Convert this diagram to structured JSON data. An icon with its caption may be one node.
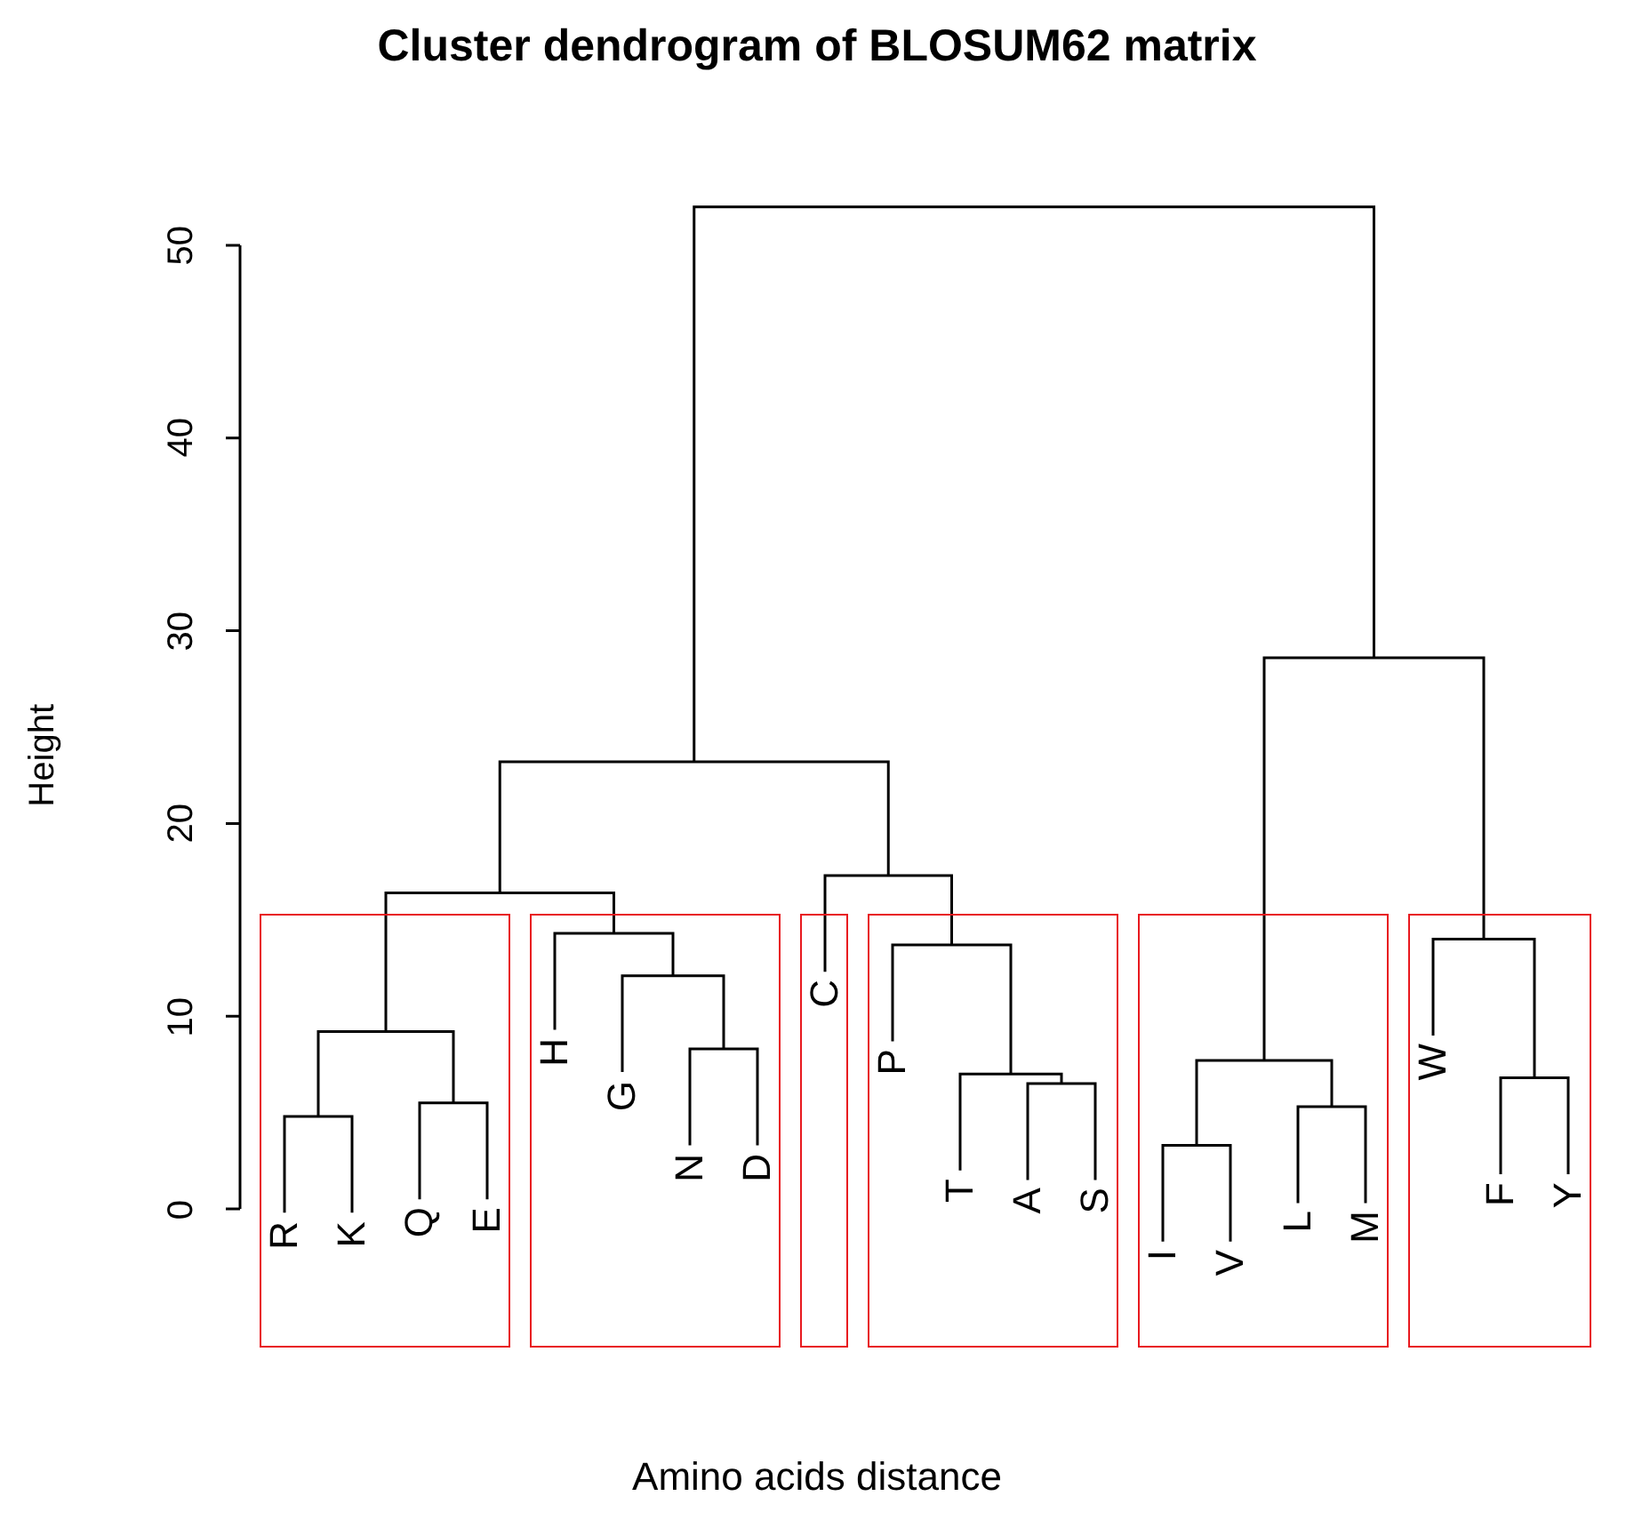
{
  "diagram": {
    "title": "Cluster dendrogram of BLOSUM62 matrix",
    "nodes": [
      {
        "text": [],
        "shape": "box"
      },
      {
        "text": [
          "R"
        ],
        "in": 0
      },
      {
        "text": [
          "K"
        ],
        "in": 0
      },
      {
        "text": [
          "Q"
        ],
        "in": 0
      },
      {
        "text": [
          "E"
        ],
        "in": 0
      },
      {
        "text": [],
        "shape": "box"
      },
      {
        "text": [
          "H"
        ],
        "in": 5
      },
      {
        "text": [
          "G"
        ],
        "in": 5
      },
      {
        "text": [
          "N"
        ],
        "in": 5
      },
      {
        "text": [
          "D"
        ],
        "in": 5
      },
      {
        "text": [],
        "shape": "box"
      },
      {
        "text": [
          "C"
        ],
        "in": 10
      },
      {
        "text": [],
        "shape": "box"
      },
      {
        "text": [
          "P"
        ],
        "in": 12
      },
      {
        "text": [
          "T"
        ],
        "in": 12
      },
      {
        "text": [
          "A"
        ],
        "in": 12
      },
      {
        "text": [
          "S"
        ],
        "in": 12
      },
      {
        "text": [],
        "shape": "box"
      },
      {
        "text": [
          "I"
        ],
        "in": 17
      },
      {
        "text": [
          "V"
        ],
        "in": 17
      },
      {
        "text": [
          "L"
        ],
        "in": 17
      },
      {
        "text": [
          "M"
        ],
        "in": 17
      },
      {
        "text": [],
        "shape": "box"
      },
      {
        "text": [
          "W"
        ],
        "in": 22
      },
      {
        "text": [
          "F"
        ],
        "in": 22
      },
      {
        "text": [
          "Y"
        ],
        "in": 22
      }
    ],
    "labels": [
      "50",
      "40",
      "30",
      "20",
      "10",
      "0",
      "Height",
      "Amino acids distance"
    ]
  }
}
